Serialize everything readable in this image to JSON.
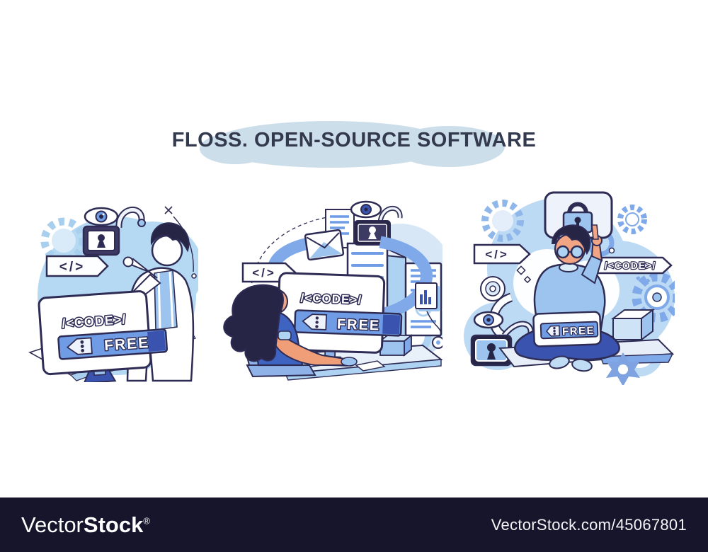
{
  "title": "FLOSS. OPEN-SOURCE SOFTWARE",
  "labels": {
    "code_banner": "/<CODE>/",
    "free_tag": "FREE",
    "code_arrow": "</>"
  },
  "scenes": [
    {
      "name": "developer-presenting-free-code-on-monitor"
    },
    {
      "name": "woman-working-with-open-source-servers"
    },
    {
      "name": "man-sitting-with-laptop-free-code"
    }
  ],
  "watermark": {
    "brand_light": "Vector",
    "brand_bold": "Stock",
    "registered": "®",
    "url": "VectorStock.com/45067801"
  },
  "palette": {
    "outline": "#2e2c54",
    "navy": "#272545",
    "sky_blob": "#b5d8f3",
    "pale": "#e8f1fb",
    "accent_blue": "#6f9ce5",
    "royal_blue": "#3a53ae",
    "skin": "#f2a584",
    "title_cloud": "#cddeeb",
    "title_text": "#333a4e",
    "footer_bg": "#16152b"
  }
}
